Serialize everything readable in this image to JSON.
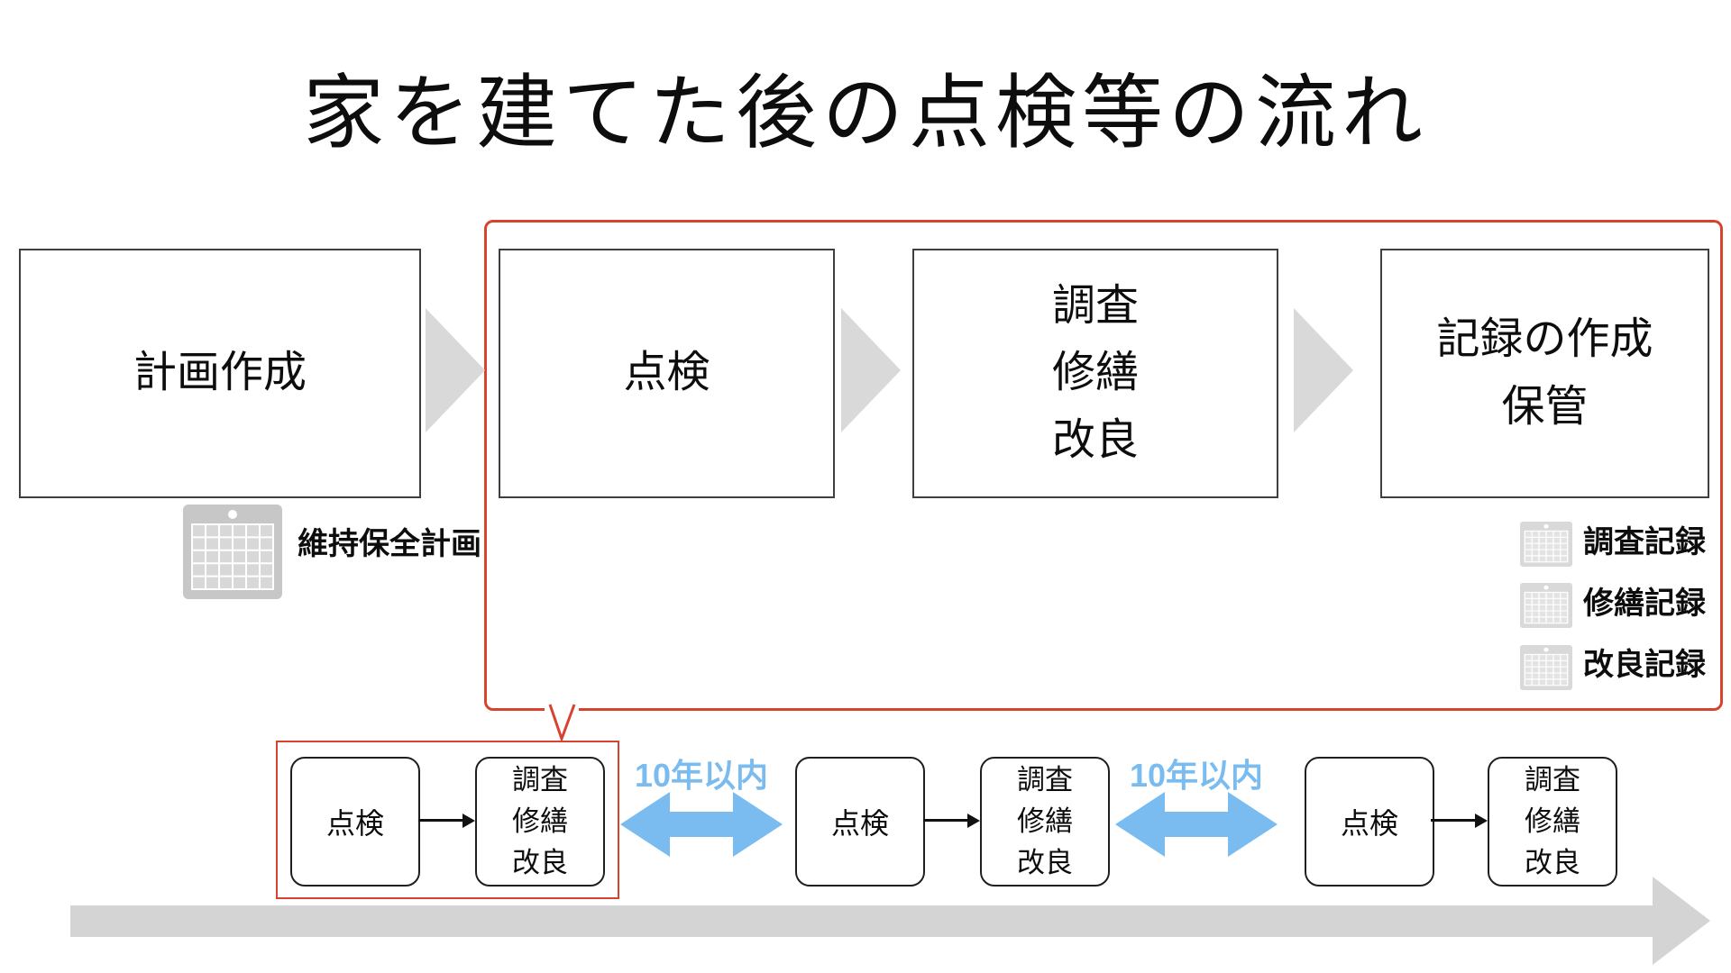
{
  "title": "家を建てた後の点検等の流れ",
  "colors": {
    "accent_red": "#D8432F",
    "accent_blue": "#7ABCF0",
    "arrow_gray": "#D9D9D9",
    "timeline_gray": "#D4D4D4"
  },
  "main_flow": {
    "box1": {
      "label": "計画作成"
    },
    "box2": {
      "label": "点検"
    },
    "box3": {
      "lines": [
        "調査",
        "修繕",
        "改良"
      ]
    },
    "box4": {
      "lines": [
        "記録の作成",
        "保管"
      ]
    }
  },
  "plan_doc": {
    "label": "維持保全計画"
  },
  "record_docs": {
    "items": [
      "調査記録",
      "修繕記録",
      "改良記録"
    ]
  },
  "timeline": {
    "interval_label": "10年以内",
    "cycles": [
      {
        "inspect": "点検",
        "work": [
          "調査",
          "修繕",
          "改良"
        ]
      },
      {
        "inspect": "点検",
        "work": [
          "調査",
          "修繕",
          "改良"
        ]
      },
      {
        "inspect": "点検",
        "work": [
          "調査",
          "修繕",
          "改良"
        ]
      }
    ]
  }
}
